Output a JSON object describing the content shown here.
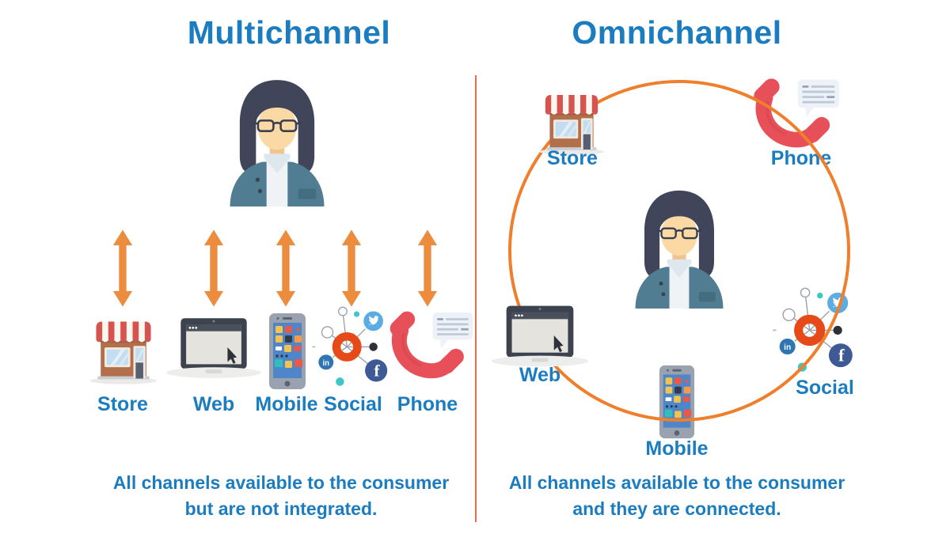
{
  "left_panel": {
    "title": "Multichannel",
    "channels": [
      {
        "label": "Store",
        "icon": "storefront-icon"
      },
      {
        "label": "Web",
        "icon": "laptop-icon"
      },
      {
        "label": "Mobile",
        "icon": "smartphone-icon"
      },
      {
        "label": "Social",
        "icon": "social-network-icon"
      },
      {
        "label": "Phone",
        "icon": "telephone-handset-icon"
      }
    ],
    "caption": {
      "line1": "All channels available to the consumer",
      "line2": "but are not integrated."
    }
  },
  "right_panel": {
    "title": "Omnichannel",
    "nodes": [
      {
        "label": "Store",
        "icon": "storefront-icon",
        "position": "top-left"
      },
      {
        "label": "Phone",
        "icon": "telephone-handset-icon",
        "position": "top-right"
      },
      {
        "label": "Web",
        "icon": "laptop-icon",
        "position": "left"
      },
      {
        "label": "Social",
        "icon": "social-network-icon",
        "position": "right"
      },
      {
        "label": "Mobile",
        "icon": "smartphone-icon",
        "position": "bottom"
      }
    ],
    "caption": {
      "line1": "All channels available to the consumer",
      "line2": "and they are connected."
    }
  },
  "icons": {
    "person": "person-avatar-icon",
    "arrow": "double-arrow-icon",
    "ring": "connection-circle",
    "facebook_letter": "f",
    "linkedin_letters": "in"
  },
  "colors": {
    "heading_blue": "#1B7CC0",
    "arrow_orange": "#EC8C3E",
    "ring_orange": "#EF7F2C",
    "divider_orange": "#E2714B",
    "handset_red": "#E85059",
    "social_hub_orange": "#E64A19",
    "twitter_blue": "#5BACE2",
    "facebook_blue": "#3D5A96",
    "linkedin_blue": "#2D76B2",
    "teal_dot": "#3EC6C9",
    "store_awning_red": "#D6534E",
    "store_facade_brown": "#B26F4C"
  }
}
